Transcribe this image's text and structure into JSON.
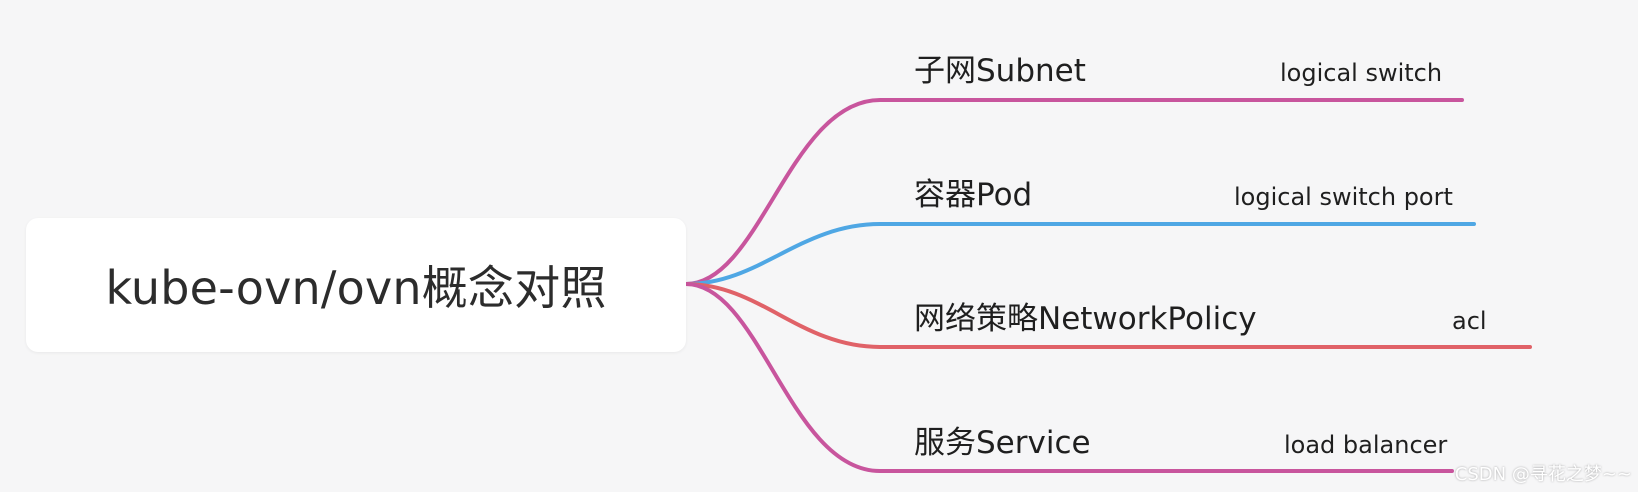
{
  "root": {
    "label": "kube-ovn/ovn概念对照"
  },
  "branches": [
    {
      "label": "子网Subnet",
      "leaf": "logical switch",
      "color": "#c8559d"
    },
    {
      "label": "容器Pod",
      "leaf": "logical switch port",
      "color": "#4fa7e4"
    },
    {
      "label": "网络策略NetworkPolicy",
      "leaf": "acl",
      "color": "#e06268"
    },
    {
      "label": "服务Service",
      "leaf": "load balancer",
      "color": "#c8559d"
    }
  ],
  "watermark": "CSDN @寻花之梦~~"
}
